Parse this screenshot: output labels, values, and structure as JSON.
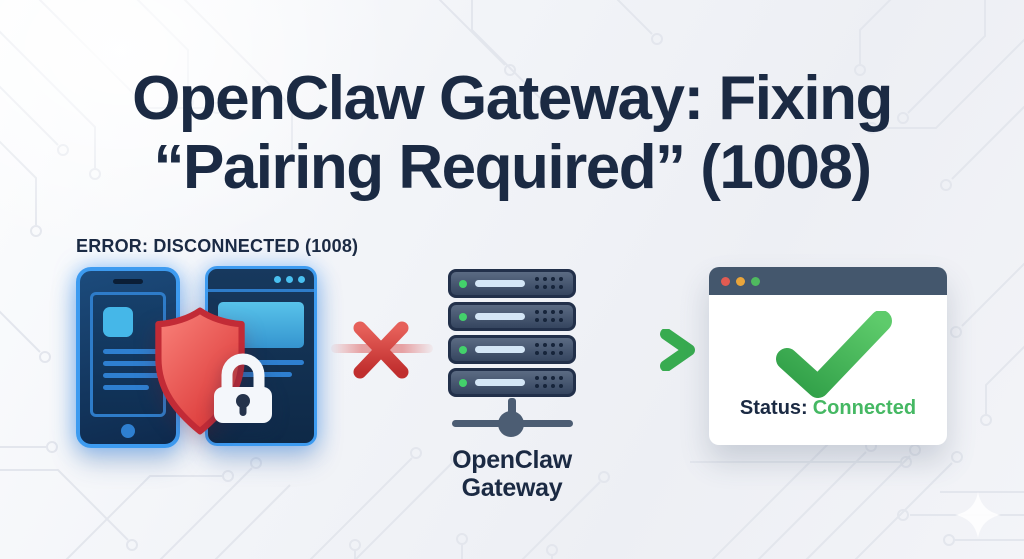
{
  "title": {
    "line1": "OpenClaw Gateway: Fixing",
    "line2": "“Pairing Required” (1008)"
  },
  "left_panel": {
    "error_label": "ERROR: DISCONNECTED (1008)"
  },
  "gateway": {
    "label_line1": "OpenClaw",
    "label_line2": "Gateway"
  },
  "status_window": {
    "label": "Status:",
    "value": "Connected"
  },
  "icons": {
    "shield": "shield-icon",
    "lock": "lock-icon",
    "disconnect": "x-icon",
    "success_arrow": "arrow-right-icon",
    "success_check": "checkmark-icon",
    "sparkle": "sparkle-icon",
    "window_controls": [
      "window-close-dot",
      "window-minimize-dot",
      "window-maximize-dot"
    ],
    "server_led": "led-indicator"
  },
  "colors": {
    "title_text": "#1b2a43",
    "error_red": "#d84040",
    "shield_red_light": "#f97e74",
    "shield_red_dark": "#d93434",
    "device_blue_glow": "#3d9bf0",
    "device_navy": "#0e2a4d",
    "screen_cyan": "#45b7e8",
    "server_body": "#4c5c74",
    "server_border": "#22304a",
    "led_green": "#43d16b",
    "network_slate": "#4c5d73",
    "arrow_green": "#3cb054",
    "check_green_light": "#57c968",
    "check_green_dark": "#2f9e47",
    "titlebar_slate": "#44576d",
    "dot_red": "#e15b52",
    "dot_yellow": "#e9a53b",
    "dot_green": "#4fba5f",
    "status_connected_green": "#45b863",
    "background": "#eff1f5",
    "circuit_line": "#e3e6ed"
  }
}
